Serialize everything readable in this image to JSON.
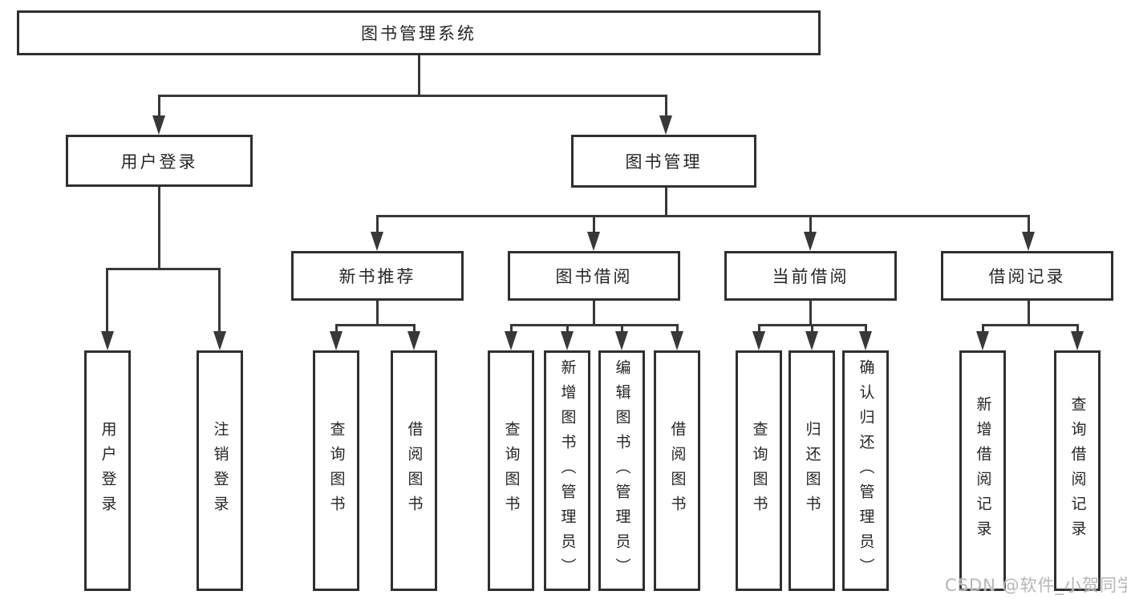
{
  "diagram": {
    "root_label": "图书管理系统",
    "level2": [
      {
        "label": "用户登录",
        "children": [
          "用户登录",
          "注销登录"
        ]
      },
      {
        "label": "图书管理",
        "children": [
          {
            "label": "新书推荐",
            "children": [
              "查询图书",
              "借阅图书"
            ]
          },
          {
            "label": "图书借阅",
            "children": [
              "查询图书",
              "新增图书（管理员）",
              "编辑图书（管理员）",
              "借阅图书"
            ]
          },
          {
            "label": "当前借阅",
            "children": [
              "查询图书",
              "归还图书",
              "确认归还（管理员）"
            ]
          },
          {
            "label": "借阅记录",
            "children": [
              "新增借阅记录",
              "查询借阅记录"
            ]
          }
        ]
      }
    ],
    "watermark": "CSDN @软件_小贺同学",
    "colors": {
      "box_border": "#2f2f2f",
      "connector": "#383838",
      "text": "#262626",
      "background": "#ffffff",
      "watermark": "#b5b5b5"
    }
  }
}
